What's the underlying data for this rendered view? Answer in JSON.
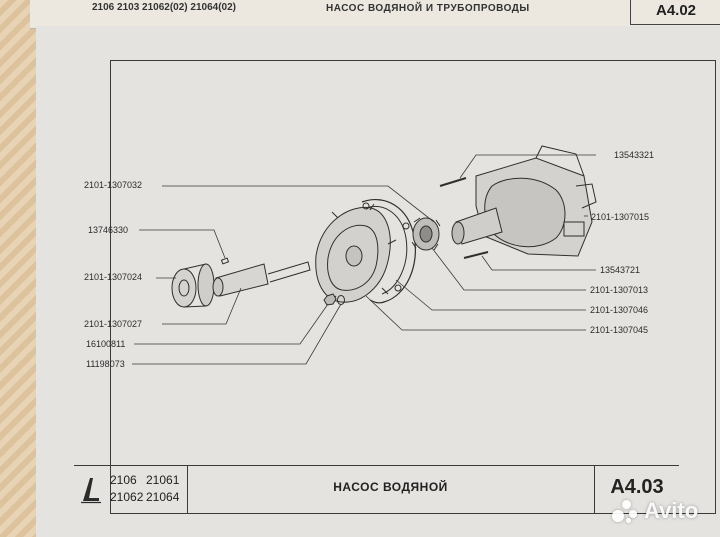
{
  "previous_page": {
    "models": "2106 2103 21062(02) 21064(02)",
    "title": "НАСОС ВОДЯНОЙ И ТРУБОПРОВОДЫ",
    "code": "А4.02"
  },
  "callouts": [
    {
      "id": "c1",
      "text": "13543321"
    },
    {
      "id": "c2",
      "text": "2101-1307032"
    },
    {
      "id": "c3",
      "text": "2101-1307015"
    },
    {
      "id": "c4",
      "text": "13746330"
    },
    {
      "id": "c5",
      "text": "2101-1307024"
    },
    {
      "id": "c6",
      "text": "13543721"
    },
    {
      "id": "c7",
      "text": "2101-1307013"
    },
    {
      "id": "c8",
      "text": "2101-1307046"
    },
    {
      "id": "c9",
      "text": "2101-1307027"
    },
    {
      "id": "c10",
      "text": "2101-1307045"
    },
    {
      "id": "c11",
      "text": "16100811"
    },
    {
      "id": "c12",
      "text": "11198073"
    }
  ],
  "title_block": {
    "models": [
      "2106",
      "21061",
      "21062",
      "21064"
    ],
    "title": "НАСОС ВОДЯНОЙ",
    "code": "А4.03"
  },
  "watermark": {
    "text": "Avito"
  },
  "colors": {
    "paper": "#e4e3df",
    "ink": "#2b2b2b",
    "background_fabric": "#d9c7a6"
  }
}
